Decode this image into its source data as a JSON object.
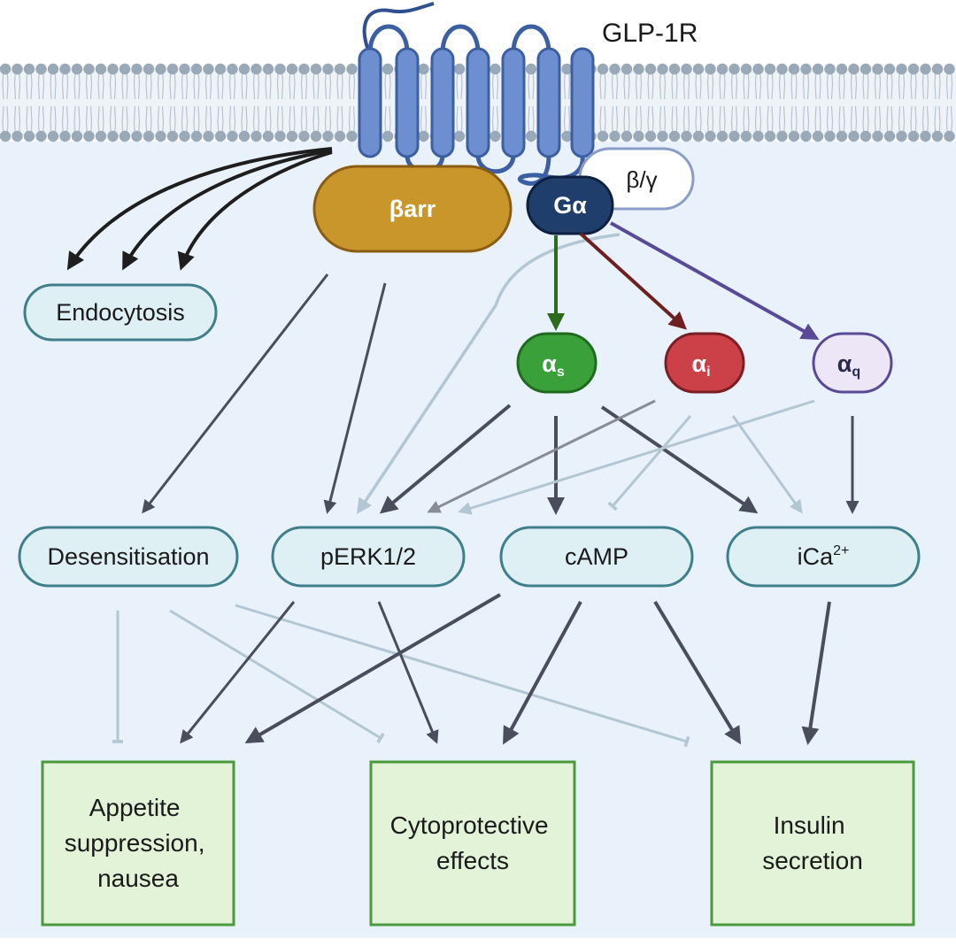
{
  "receptor": {
    "label": "GLP-1R"
  },
  "proteins": {
    "barr": "βarr",
    "galpha": "Gα",
    "betagamma": "β/γ"
  },
  "subunits": {
    "as": {
      "main": "α",
      "sub": "s"
    },
    "ai": {
      "main": "α",
      "sub": "i"
    },
    "aq": {
      "main": "α",
      "sub": "q"
    }
  },
  "effects": {
    "endocytosis": "Endocytosis",
    "desensitisation": "Desensitisation",
    "perk": "pERK1/2",
    "camp": "cAMP",
    "ica": {
      "main": "iCa",
      "sup": "2+"
    }
  },
  "outcomes": {
    "appetite": [
      "Appetite",
      "suppression,",
      "nausea"
    ],
    "cytoprotective": [
      "Cytoprotective",
      "effects"
    ],
    "insulin": [
      "Insulin",
      "secretion"
    ]
  },
  "colors": {
    "membrane_fill": "#e7f0f8",
    "cytoplasm": "#e9f2fa",
    "lipid_head": "#9aa9b8",
    "receptor": "#6d8fcf",
    "receptor_edge": "#3c5ea3",
    "barr": "#c8962a",
    "galpha": "#1f3e6b",
    "alpha_s": "#3aa03a",
    "alpha_i": "#cc4148",
    "alpha_q": "#ece6f7",
    "node_fill": "#dff0f5",
    "node_edge": "#3f7f8c",
    "outcome_fill": "#e2f3d7",
    "outcome_edge": "#4c9a3e",
    "arrow_dark": "#4a4d5c",
    "arrow_light": "#b3c6d3",
    "arrow_green": "#2e6a1e",
    "arrow_red": "#6e1f1f",
    "arrow_purple": "#584a96"
  }
}
